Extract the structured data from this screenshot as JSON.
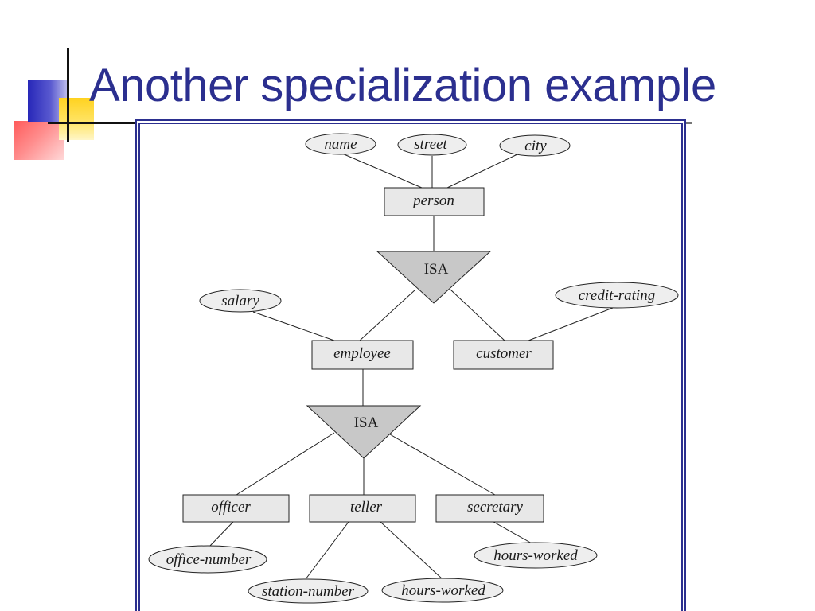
{
  "slide": {
    "title": "Another specialization example"
  },
  "colors": {
    "title": "#2b2f8f",
    "frame": "#2b2f8f",
    "box_fill": "#e8e8e8",
    "ellipse_fill": "#eeeeee",
    "isa_fill": "#c8c8c8"
  },
  "diagram": {
    "entities": {
      "person": "person",
      "employee": "employee",
      "customer": "customer",
      "officer": "officer",
      "teller": "teller",
      "secretary": "secretary"
    },
    "isa": {
      "top": "ISA",
      "bottom": "ISA"
    },
    "attributes": {
      "name": "name",
      "street": "street",
      "city": "city",
      "salary": "salary",
      "credit_rating": "credit-rating",
      "office_number": "office-number",
      "station_number": "station-number",
      "teller_hours_worked": "hours-worked",
      "secretary_hours_worked": "hours-worked"
    }
  }
}
